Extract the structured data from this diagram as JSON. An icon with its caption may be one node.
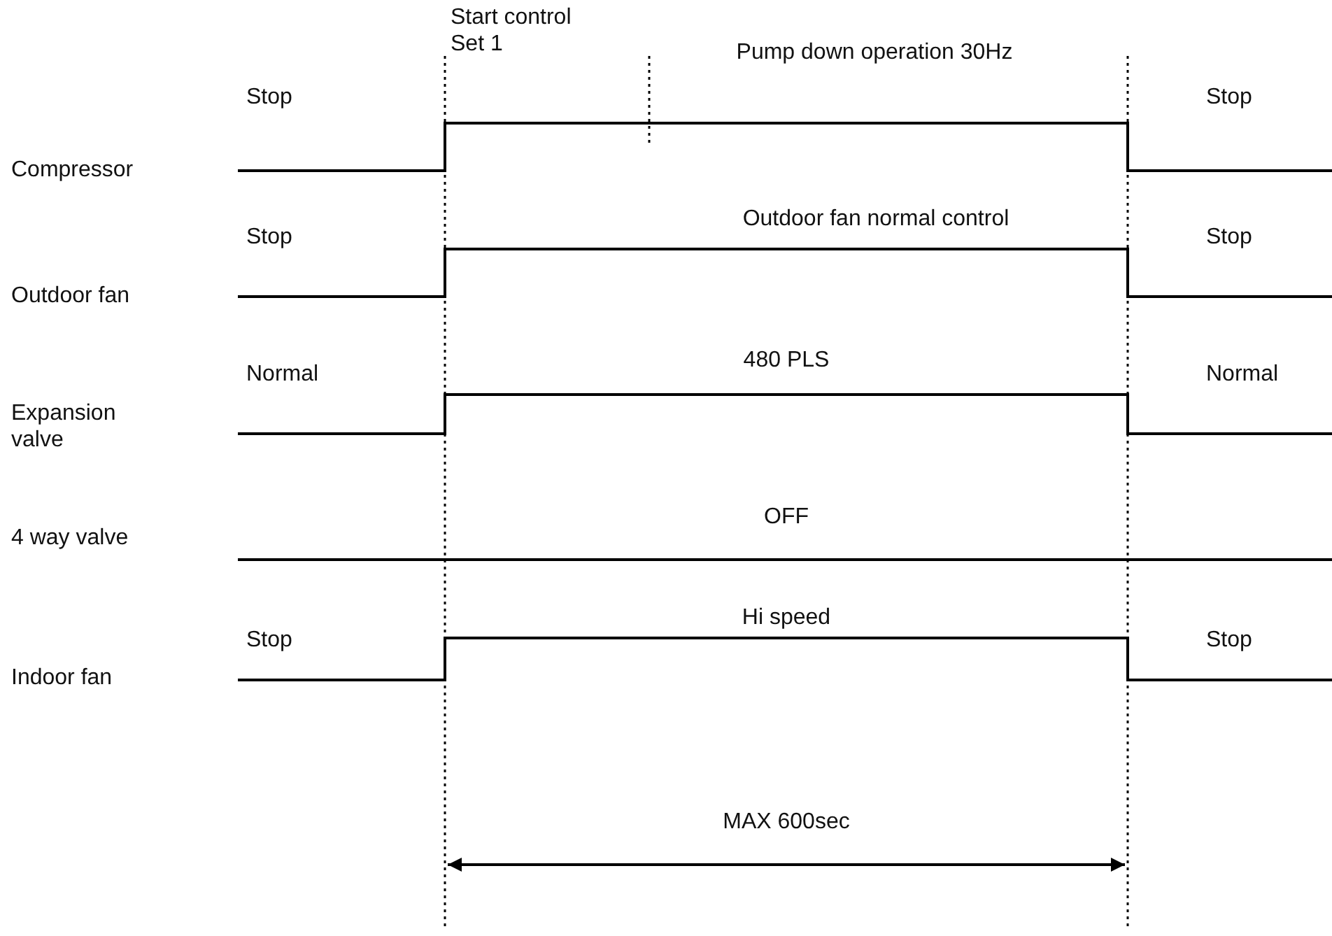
{
  "diagram": {
    "labels": [
      "Start control Set 1",
      "Pump down operation 30Hz",
      "Stop",
      "Stop",
      "Compressor",
      "Stop",
      "Outdoor fan normal control",
      "Stop",
      "Outdoor fan",
      "Normal",
      "480 PLS",
      "Normal",
      "Expansion valve",
      "4 way valve",
      "OFF",
      "Stop",
      "Hi speed",
      "Stop",
      "Indoor fan",
      "MAX 600sec"
    ]
  }
}
